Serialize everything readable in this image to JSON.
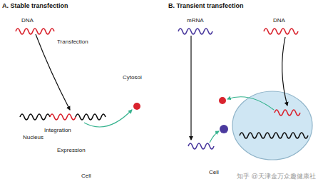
{
  "diagram": {
    "nodes": [
      {
        "text": [
          "Cytosol",
          "Cell"
        ]
      },
      {
        "text": [
          "Integration",
          "Nucleus"
        ],
        "in": 0
      },
      {
        "text": [
          "Cell"
        ]
      }
    ],
    "labels": [
      "A. Stable transfection",
      "DNA",
      "Transfection",
      "Expression",
      "B. Transient transfection",
      "mRNA",
      "DNA",
      "知乎 @天津金万众趣健康社"
    ]
  }
}
